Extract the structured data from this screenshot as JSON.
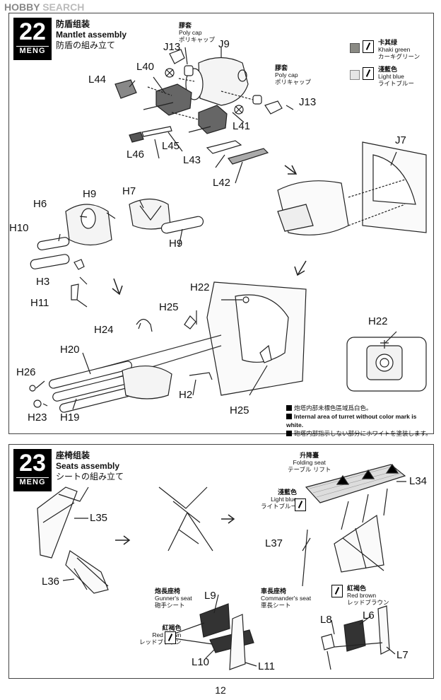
{
  "watermark": {
    "hobby": "HOBBY",
    "search": "SEARCH"
  },
  "step22": {
    "number": "22",
    "brand": "MENG",
    "title_cn": "防盾组装",
    "title_en": "Mantlet assembly",
    "title_jp": "防盾の組み立て",
    "labels": {
      "J13a": "J13",
      "J9": "J9",
      "L40": "L40",
      "L44": "L44",
      "J13b": "J13",
      "L41": "L41",
      "L46": "L46",
      "L45": "L45",
      "L43": "L43",
      "L42": "L42",
      "J7": "J7",
      "H6": "H6",
      "H9a": "H9",
      "H7": "H7",
      "H10": "H10",
      "H9b": "H9",
      "H3": "H3",
      "H11": "H11",
      "H22a": "H22",
      "H25a": "H25",
      "H24": "H24",
      "H22b": "H22",
      "H20": "H20",
      "H26": "H26",
      "H2": "H2",
      "H25b": "H25",
      "H23": "H23",
      "H19": "H19"
    },
    "polycap1": {
      "cn": "膠套",
      "en": "Poly cap",
      "jp": "ポリキャップ"
    },
    "polycap2": {
      "cn": "膠套",
      "en": "Poly cap",
      "jp": "ポリキャップ"
    },
    "color1": {
      "cn": "卡其绿",
      "en": "Khaki green",
      "jp": "カーキグリーン",
      "hex": "#8a8a84"
    },
    "color2": {
      "cn": "淺藍色",
      "en": "Light blue",
      "jp": "ライトブルー",
      "hex": "#e6e6e6"
    },
    "note_cn": "炮塔内部未標色區域爲白色。",
    "note_en": "Internal area of turret without color mark is white.",
    "note_jp": "砲塔内部指示しない部分にホワイトを塗装します。"
  },
  "step23": {
    "number": "23",
    "brand": "MENG",
    "title_cn": "座椅组装",
    "title_en": "Seats assembly",
    "title_jp": "シートの組み立て",
    "labels": {
      "L35": "L35",
      "L36": "L36",
      "L34": "L34",
      "L37": "L37",
      "L9": "L9",
      "L10": "L10",
      "L11": "L11",
      "L6": "L6",
      "L8": "L8",
      "L7": "L7"
    },
    "folding": {
      "cn": "升降臺",
      "en": "Folding seat",
      "jp": "テーブル リフト"
    },
    "lightblue": {
      "cn": "淺藍色",
      "en": "Light blue",
      "jp": "ライトブルー"
    },
    "gunner": {
      "cn": "炮長座椅",
      "en": "Gunner's seat",
      "jp": "砲手シート"
    },
    "commander": {
      "cn": "車長座椅",
      "en": "Commander's seat",
      "jp": "車長シート"
    },
    "redbrown1": {
      "cn": "紅褐色",
      "en": "Red brown",
      "jp": "レッドブラウン"
    },
    "redbrown2": {
      "cn": "紅褐色",
      "en": "Red brown",
      "jp": "レッドブラウン"
    }
  },
  "page_number": "12"
}
